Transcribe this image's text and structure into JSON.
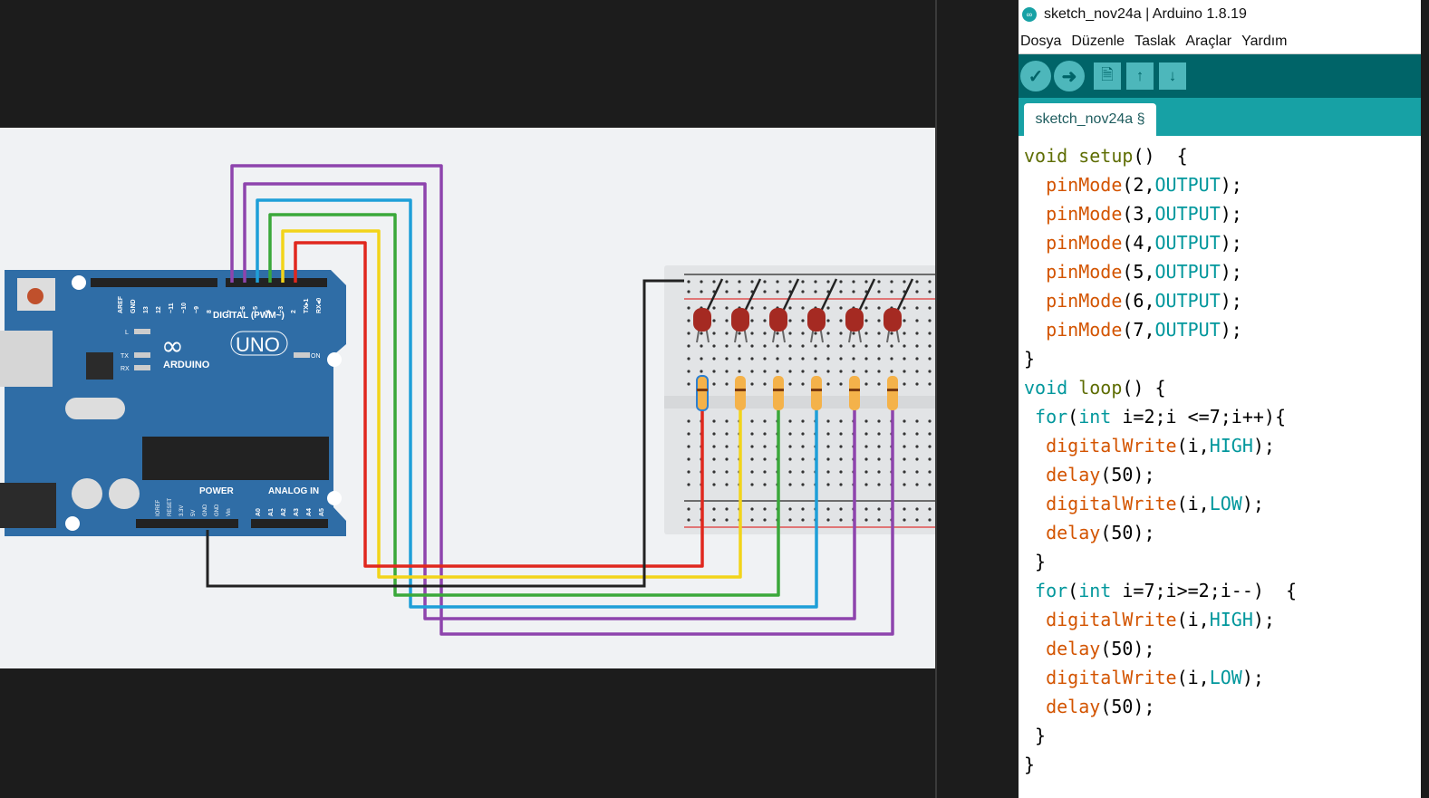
{
  "window": {
    "title": "sketch_nov24a | Arduino 1.8.19",
    "logo_text": "∞"
  },
  "menu": [
    "Dosya",
    "Düzenle",
    "Taslak",
    "Araçlar",
    "Yardım"
  ],
  "toolbar": [
    {
      "name": "verify",
      "icon": "✓"
    },
    {
      "name": "upload",
      "icon": "➜"
    },
    {
      "name": "new",
      "icon": "🗎"
    },
    {
      "name": "open",
      "icon": "↑"
    },
    {
      "name": "save",
      "icon": "↓"
    }
  ],
  "tab": {
    "label": "sketch_nov24a §"
  },
  "colors": {
    "toolbar": "#006468",
    "tabbar": "#17a1a5",
    "keyword": "#00979c",
    "function": "#d35400",
    "structure": "#5e6d03"
  },
  "code": [
    [
      [
        "st",
        "void"
      ],
      [
        "p",
        " "
      ],
      [
        "st",
        "setup"
      ],
      [
        "p",
        "()  {"
      ]
    ],
    [
      [
        "p",
        "  "
      ],
      [
        "fn",
        "pinMode"
      ],
      [
        "p",
        "(2,"
      ],
      [
        "cs",
        "OUTPUT"
      ],
      [
        "p",
        ");"
      ]
    ],
    [
      [
        "p",
        "  "
      ],
      [
        "fn",
        "pinMode"
      ],
      [
        "p",
        "(3,"
      ],
      [
        "cs",
        "OUTPUT"
      ],
      [
        "p",
        ");"
      ]
    ],
    [
      [
        "p",
        "  "
      ],
      [
        "fn",
        "pinMode"
      ],
      [
        "p",
        "(4,"
      ],
      [
        "cs",
        "OUTPUT"
      ],
      [
        "p",
        ");"
      ]
    ],
    [
      [
        "p",
        "  "
      ],
      [
        "fn",
        "pinMode"
      ],
      [
        "p",
        "(5,"
      ],
      [
        "cs",
        "OUTPUT"
      ],
      [
        "p",
        ");"
      ]
    ],
    [
      [
        "p",
        "  "
      ],
      [
        "fn",
        "pinMode"
      ],
      [
        "p",
        "(6,"
      ],
      [
        "cs",
        "OUTPUT"
      ],
      [
        "p",
        ");"
      ]
    ],
    [
      [
        "p",
        "  "
      ],
      [
        "fn",
        "pinMode"
      ],
      [
        "p",
        "(7,"
      ],
      [
        "cs",
        "OUTPUT"
      ],
      [
        "p",
        ");"
      ]
    ],
    [
      [
        "p",
        "}"
      ]
    ],
    [
      [
        "kw",
        "void"
      ],
      [
        "p",
        " "
      ],
      [
        "st",
        "loop"
      ],
      [
        "p",
        "() {"
      ]
    ],
    [
      [
        "p",
        " "
      ],
      [
        "kw",
        "for"
      ],
      [
        "p",
        "("
      ],
      [
        "kw",
        "int"
      ],
      [
        "p",
        " i=2;i <=7;i++){"
      ]
    ],
    [
      [
        "p",
        "  "
      ],
      [
        "fn",
        "digitalWrite"
      ],
      [
        "p",
        "(i,"
      ],
      [
        "cs",
        "HIGH"
      ],
      [
        "p",
        ");"
      ]
    ],
    [
      [
        "p",
        "  "
      ],
      [
        "fn",
        "delay"
      ],
      [
        "p",
        "(50);"
      ]
    ],
    [
      [
        "p",
        "  "
      ],
      [
        "fn",
        "digitalWrite"
      ],
      [
        "p",
        "(i,"
      ],
      [
        "cs",
        "LOW"
      ],
      [
        "p",
        ");"
      ]
    ],
    [
      [
        "p",
        "  "
      ],
      [
        "fn",
        "delay"
      ],
      [
        "p",
        "(50);"
      ]
    ],
    [
      [
        "p",
        " }"
      ]
    ],
    [
      [
        "p",
        " "
      ],
      [
        "kw",
        "for"
      ],
      [
        "p",
        "("
      ],
      [
        "kw",
        "int"
      ],
      [
        "p",
        " i=7;i>=2;i--)  {"
      ]
    ],
    [
      [
        "p",
        "  "
      ],
      [
        "fn",
        "digitalWrite"
      ],
      [
        "p",
        "(i,"
      ],
      [
        "cs",
        "HIGH"
      ],
      [
        "p",
        ");"
      ]
    ],
    [
      [
        "p",
        "  "
      ],
      [
        "fn",
        "delay"
      ],
      [
        "p",
        "(50);"
      ]
    ],
    [
      [
        "p",
        "  "
      ],
      [
        "fn",
        "digitalWrite"
      ],
      [
        "p",
        "(i,"
      ],
      [
        "cs",
        "LOW"
      ],
      [
        "p",
        ");"
      ]
    ],
    [
      [
        "p",
        "  "
      ],
      [
        "fn",
        "delay"
      ],
      [
        "p",
        "(50);"
      ]
    ],
    [
      [
        "p",
        " }"
      ]
    ],
    [
      [
        "p",
        "}"
      ]
    ]
  ],
  "board": {
    "digital_label": "DIGITAL (PWM~)",
    "brand": "ARDUINO",
    "model": "UNO",
    "power_label": "POWER",
    "analog_label": "ANALOG IN",
    "on_label": "ON",
    "led_labels": [
      "L",
      "TX",
      "RX"
    ],
    "digital_pins": [
      "AREF",
      "GND",
      "13",
      "12",
      "~11",
      "~10",
      "~9",
      "8",
      "7",
      "~6",
      "~5",
      "4",
      "~3",
      "2",
      "TX▸1",
      "RX◂0"
    ],
    "power_pins": [
      "IOREF",
      "RESET",
      "3.3V",
      "5V",
      "GND",
      "GND",
      "Vin"
    ],
    "analog_pins": [
      "A0",
      "A1",
      "A2",
      "A3",
      "A4",
      "A5"
    ]
  },
  "wires": [
    {
      "pin": "7",
      "color": "#8e44ad"
    },
    {
      "pin": "6",
      "color": "#8e44ad"
    },
    {
      "pin": "5",
      "color": "#1e9fd8"
    },
    {
      "pin": "4",
      "color": "#3aa83a"
    },
    {
      "pin": "3",
      "color": "#f2d41a"
    },
    {
      "pin": "2",
      "color": "#e0281e"
    }
  ]
}
